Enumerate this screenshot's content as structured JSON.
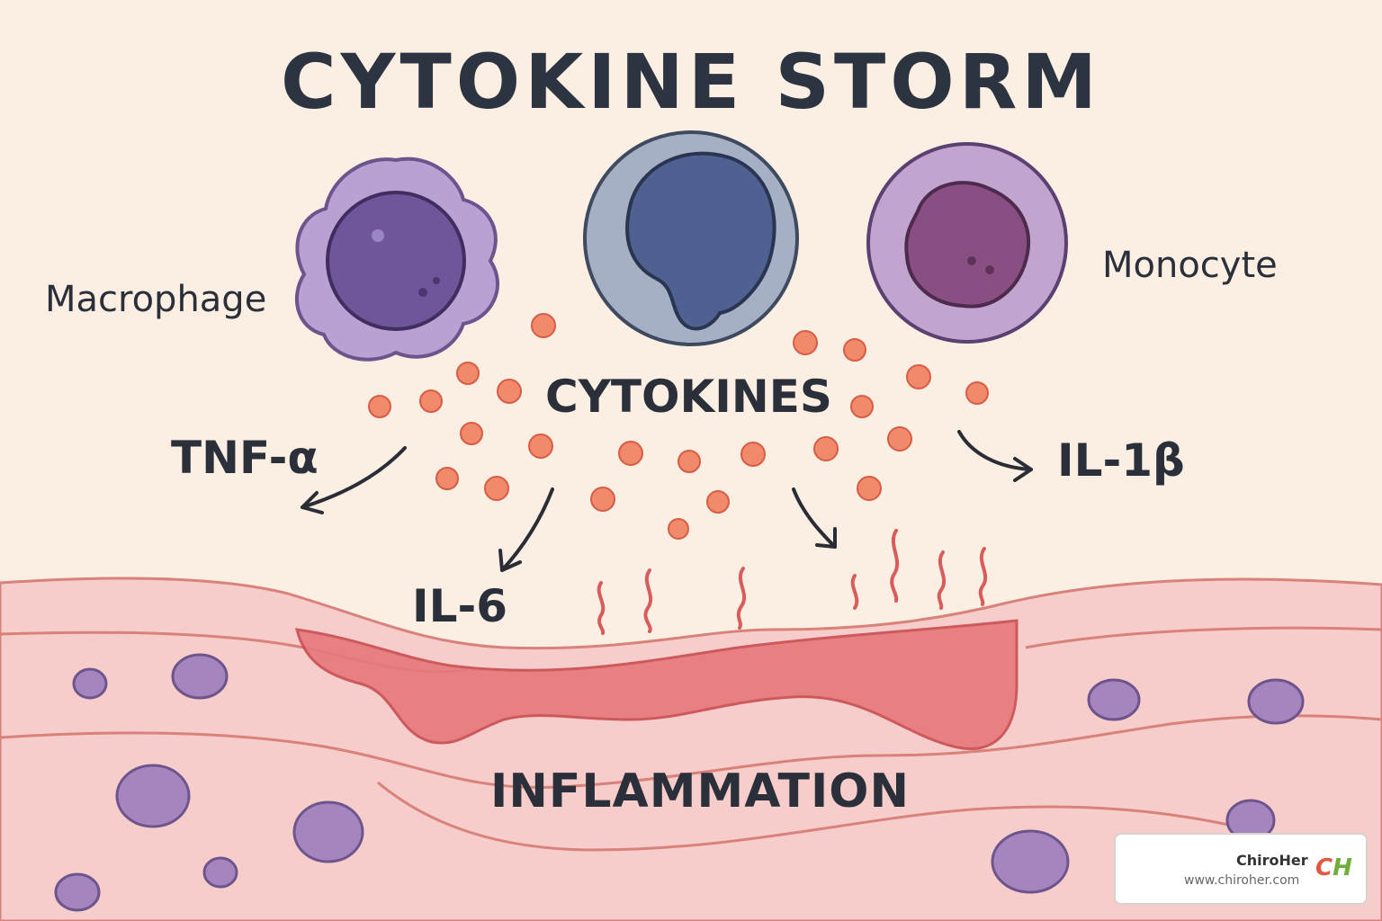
{
  "title": "CYTOKINE STORM",
  "labels": {
    "macrophage": "Macrophage",
    "monocyte": "Monocyte",
    "cytokines": "CYTOKINES",
    "tnf": "TNF-α",
    "il1b": "IL-1β",
    "il6": "IL-6",
    "inflammation": "INFLAMMATION"
  },
  "watermark": {
    "name": "ChiroHer",
    "url": "www.chiroher.com",
    "logo_c": "C",
    "logo_h": "H"
  },
  "colors": {
    "background": "#fbefe3",
    "tissue": "#f4c4c0",
    "vessel": "#e46d6d",
    "cell_purple": "#a98bc4",
    "cell_blue": "#9aa6bd",
    "cytokine": "#f08a6a",
    "text": "#2b2f3a"
  }
}
